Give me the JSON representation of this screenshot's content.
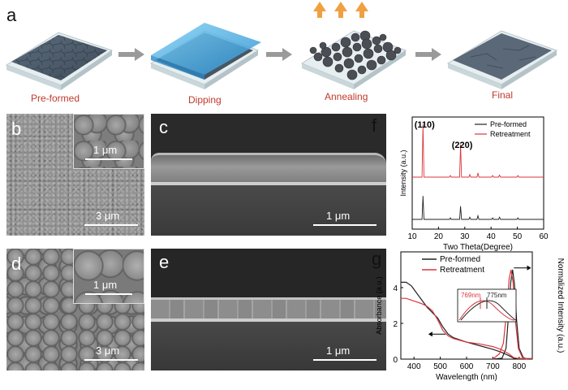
{
  "panels": {
    "a": {
      "letter": "a",
      "steps": [
        {
          "label": "Pre-formed"
        },
        {
          "label": "Dipping"
        },
        {
          "label": "Annealing"
        },
        {
          "label": "Final"
        }
      ],
      "colors": {
        "arrow": "#9a9a9a",
        "heat_arrow": "#f0a040",
        "film": "#4a5a6a",
        "substrate": "#dfe7ea",
        "solution": "#3fa6df"
      }
    },
    "b": {
      "letter": "b",
      "scale_main": "3 μm",
      "scale_inset": "1 μm"
    },
    "c": {
      "letter": "c",
      "scale": "1 μm"
    },
    "d": {
      "letter": "d",
      "scale_main": "3 μm",
      "scale_inset": "1 μm"
    },
    "e": {
      "letter": "e",
      "scale": "1 μm"
    },
    "f": {
      "letter": "f"
    },
    "g": {
      "letter": "g"
    }
  },
  "chart_data": [
    {
      "type": "line",
      "panel": "f",
      "xlabel": "Two Theta(Degree)",
      "ylabel": "Intensity (a.u.)",
      "xlim": [
        10,
        60
      ],
      "xticks": [
        "10",
        "20",
        "30",
        "40",
        "50",
        "60"
      ],
      "peak_labels": [
        {
          "text": "(110)",
          "x": 14.1
        },
        {
          "text": "(220)",
          "x": 28.4
        }
      ],
      "legend": "top-right",
      "series": [
        {
          "name": "Pre-formed",
          "color": "#222222",
          "peaks": [
            [
              14.1,
              0.32
            ],
            [
              24.5,
              0.02
            ],
            [
              28.4,
              0.18
            ],
            [
              31.9,
              0.03
            ],
            [
              35.0,
              0.05
            ],
            [
              40.6,
              0.02
            ],
            [
              43.2,
              0.03
            ],
            [
              50.2,
              0.02
            ]
          ]
        },
        {
          "name": "Retreatment",
          "color": "#d9363e",
          "peaks": [
            [
              14.1,
              1.0
            ],
            [
              24.5,
              0.03
            ],
            [
              28.4,
              0.62
            ],
            [
              31.9,
              0.05
            ],
            [
              35.0,
              0.08
            ],
            [
              40.6,
              0.03
            ],
            [
              43.2,
              0.04
            ],
            [
              50.2,
              0.03
            ]
          ]
        }
      ]
    },
    {
      "type": "line",
      "panel": "g",
      "xlabel": "Wavelength (nm)",
      "ylabel_left": "Absorbance (a.u.)",
      "ylabel_right": "Normalized Intensity (a.u.)",
      "xlim": [
        350,
        850
      ],
      "ylim": [
        0,
        6
      ],
      "xticks": [
        "400",
        "500",
        "600",
        "700",
        "800"
      ],
      "yticks": [
        "0",
        "2",
        "4"
      ],
      "legend": "top-left",
      "inset_labels": [
        {
          "text": "769nm",
          "color": "#d9363e"
        },
        {
          "text": "775nm",
          "color": "#222222"
        }
      ],
      "series": [
        {
          "name": "Pre-formed",
          "color": "#222222",
          "absorbance": [
            [
              350,
              4.3
            ],
            [
              370,
              4.3
            ],
            [
              390,
              4.1
            ],
            [
              410,
              3.7
            ],
            [
              430,
              3.3
            ],
            [
              450,
              2.9
            ],
            [
              470,
              2.6
            ],
            [
              490,
              2.3
            ],
            [
              510,
              1.8
            ],
            [
              530,
              1.4
            ],
            [
              550,
              1.2
            ],
            [
              600,
              0.95
            ],
            [
              650,
              0.75
            ],
            [
              700,
              0.55
            ],
            [
              730,
              0.4
            ],
            [
              760,
              0.2
            ],
            [
              780,
              0.05
            ],
            [
              800,
              0.03
            ],
            [
              850,
              0.03
            ]
          ],
          "pl": [
            [
              700,
              0.0
            ],
            [
              735,
              0.05
            ],
            [
              750,
              0.6
            ],
            [
              760,
              2.5
            ],
            [
              768,
              4.3
            ],
            [
              775,
              5.0
            ],
            [
              782,
              4.2
            ],
            [
              790,
              2.2
            ],
            [
              800,
              0.6
            ],
            [
              815,
              0.1
            ],
            [
              830,
              0.0
            ]
          ]
        },
        {
          "name": "Retreatment",
          "color": "#d9363e",
          "absorbance": [
            [
              350,
              3.4
            ],
            [
              370,
              3.4
            ],
            [
              390,
              3.3
            ],
            [
              410,
              3.2
            ],
            [
              430,
              3.1
            ],
            [
              450,
              2.95
            ],
            [
              470,
              2.7
            ],
            [
              490,
              2.2
            ],
            [
              510,
              1.6
            ],
            [
              530,
              1.3
            ],
            [
              550,
              1.15
            ],
            [
              600,
              0.95
            ],
            [
              650,
              0.85
            ],
            [
              700,
              0.7
            ],
            [
              730,
              0.55
            ],
            [
              760,
              0.3
            ],
            [
              780,
              0.08
            ],
            [
              800,
              0.03
            ],
            [
              850,
              0.03
            ]
          ],
          "pl": [
            [
              700,
              0.0
            ],
            [
              725,
              0.3
            ],
            [
              740,
              0.9
            ],
            [
              752,
              2.6
            ],
            [
              762,
              4.5
            ],
            [
              769,
              5.0
            ],
            [
              777,
              4.3
            ],
            [
              786,
              2.1
            ],
            [
              797,
              0.6
            ],
            [
              812,
              0.1
            ],
            [
              830,
              0.0
            ]
          ]
        }
      ]
    }
  ]
}
